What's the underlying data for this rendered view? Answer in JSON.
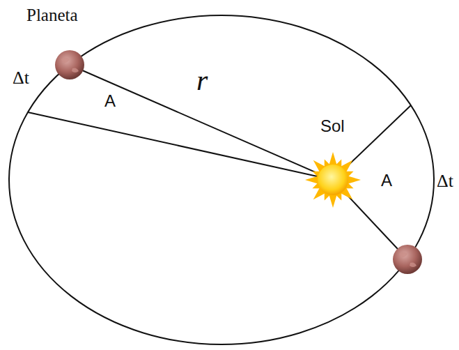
{
  "diagram": {
    "labels": [
      "Planeta",
      "Δt",
      "A",
      "r",
      "Sol",
      "A",
      "Δt"
    ]
  }
}
